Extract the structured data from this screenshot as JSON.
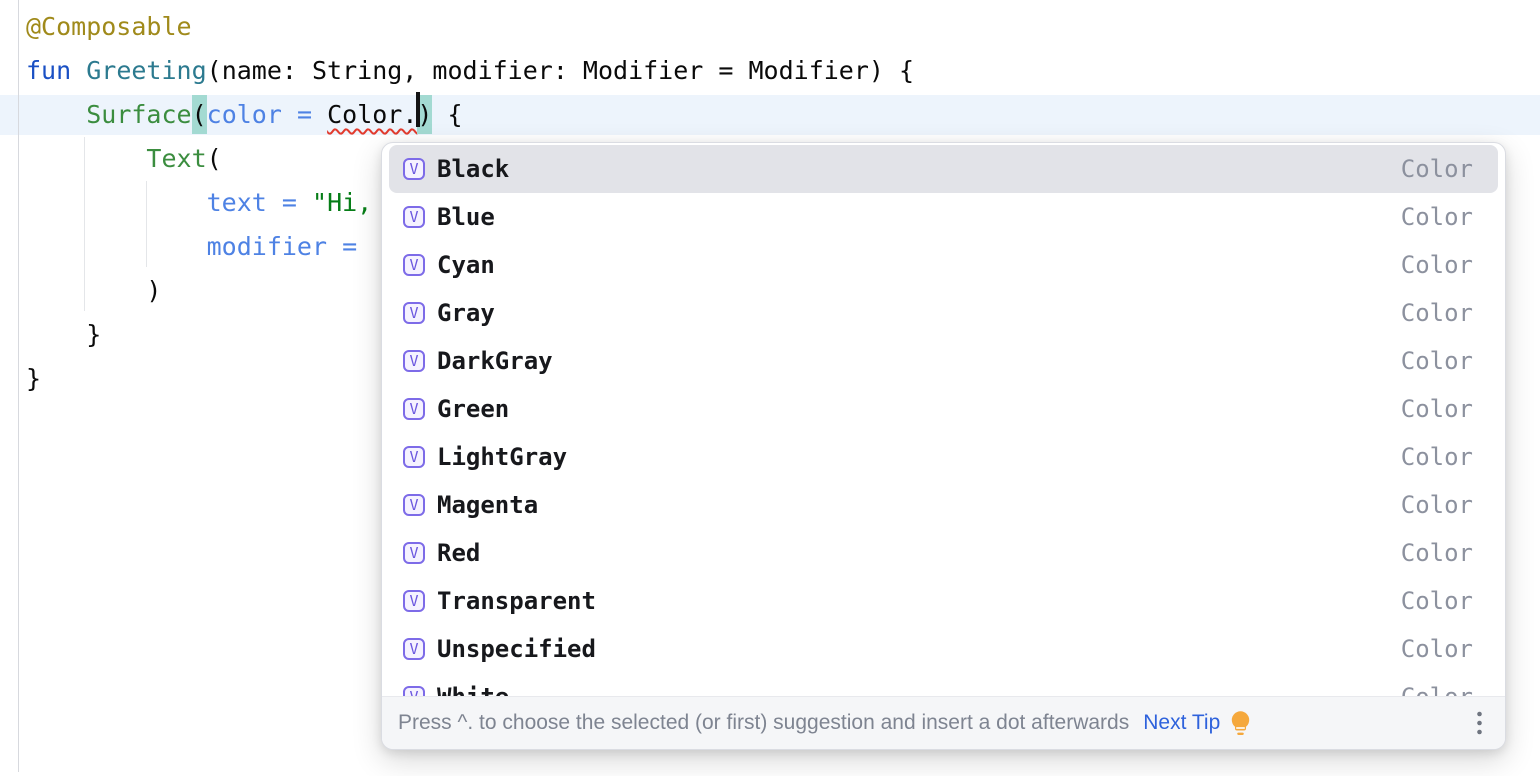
{
  "editor": {
    "language": "Kotlin",
    "lines": [
      {
        "tokens": [
          [
            "ann",
            "@Composable"
          ]
        ]
      },
      {
        "tokens": [
          [
            "kw",
            "fun"
          ],
          [
            "plain",
            " "
          ],
          [
            "fn",
            "Greeting"
          ],
          [
            "plain",
            "(name: String, modifier: Modifier = Modifier) {"
          ]
        ]
      },
      {
        "current": true,
        "tokens": [
          [
            "plain",
            "    "
          ],
          [
            "comp",
            "Surface"
          ],
          [
            "hl",
            "("
          ],
          [
            "arg",
            "color"
          ],
          [
            "plain",
            " "
          ],
          [
            "arg",
            "="
          ],
          [
            "plain",
            " "
          ],
          [
            "err",
            "Color."
          ],
          [
            "caret",
            ""
          ],
          [
            "hl",
            ")"
          ],
          [
            "plain",
            " {"
          ]
        ]
      },
      {
        "tokens": [
          [
            "plain",
            "        "
          ],
          [
            "comp",
            "Text"
          ],
          [
            "plain",
            "("
          ]
        ]
      },
      {
        "tokens": [
          [
            "plain",
            "            "
          ],
          [
            "arg",
            "text"
          ],
          [
            "plain",
            " "
          ],
          [
            "arg",
            "="
          ],
          [
            "plain",
            " "
          ],
          [
            "str",
            "\"Hi,"
          ]
        ]
      },
      {
        "tokens": [
          [
            "plain",
            "            "
          ],
          [
            "arg",
            "modifier"
          ],
          [
            "plain",
            " "
          ],
          [
            "arg",
            "="
          ]
        ]
      },
      {
        "tokens": [
          [
            "plain",
            "        )"
          ]
        ]
      },
      {
        "tokens": [
          [
            "plain",
            "    }"
          ]
        ]
      },
      {
        "tokens": [
          [
            "plain",
            "}"
          ]
        ]
      }
    ]
  },
  "popup": {
    "icon_letter": "V",
    "items": [
      {
        "label": "Black",
        "type": "Color",
        "selected": true
      },
      {
        "label": "Blue",
        "type": "Color",
        "selected": false
      },
      {
        "label": "Cyan",
        "type": "Color",
        "selected": false
      },
      {
        "label": "Gray",
        "type": "Color",
        "selected": false
      },
      {
        "label": "DarkGray",
        "type": "Color",
        "selected": false
      },
      {
        "label": "Green",
        "type": "Color",
        "selected": false
      },
      {
        "label": "LightGray",
        "type": "Color",
        "selected": false
      },
      {
        "label": "Magenta",
        "type": "Color",
        "selected": false
      },
      {
        "label": "Red",
        "type": "Color",
        "selected": false
      },
      {
        "label": "Transparent",
        "type": "Color",
        "selected": false
      },
      {
        "label": "Unspecified",
        "type": "Color",
        "selected": false
      },
      {
        "label": "White",
        "type": "Color",
        "selected": false
      }
    ],
    "footer": {
      "hint": "Press ^. to choose the selected (or first) suggestion and insert a dot afterwards",
      "next_tip_label": "Next Tip",
      "bulb_icon": "lightbulb-icon",
      "more_icon": "kebab-menu-icon"
    }
  },
  "colors": {
    "annotation": "#A08A1B",
    "keyword": "#1A50C4",
    "function_declaration": "#2C7A8F",
    "composable_call": "#3B8D3F",
    "named_argument": "#4E82E4",
    "string": "#067D17",
    "error_underline": "#E23B2E",
    "brace_match_bg": "#A3DAD2",
    "current_line_bg": "#EDF4FC",
    "selected_item_bg": "#E2E3E8",
    "item_icon_purple": "#7D6BE8",
    "type_text": "#8C919E",
    "hint_text": "#7E8491",
    "next_tip_blue": "#2E62DC",
    "bulb_amber": "#F5A83C"
  }
}
